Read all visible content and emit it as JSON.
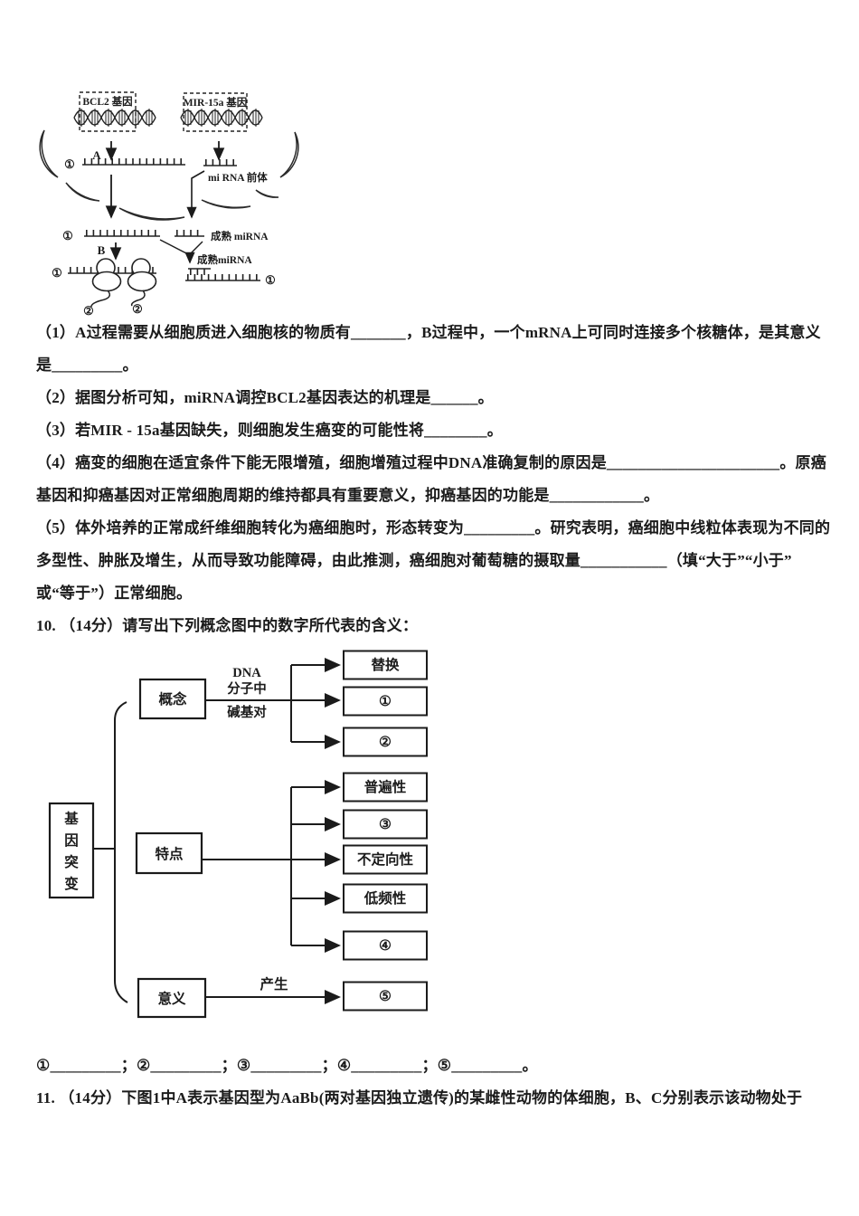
{
  "page": {
    "bg": "#ffffff",
    "ink": "#1b1b1b"
  },
  "figure_gene_regulation": {
    "bcl2_gene_box": "BCL2 基因",
    "mir15a_gene_box": "MIR-15a 基因",
    "process_a_label": "A",
    "process_b_label": "B",
    "mirna_precursor_label": "mi RNA 前体",
    "mature_mirna_label_1": "成熟 miRNA",
    "mature_mirna_label_2": "成熟miRNA",
    "mrna_marker": "①",
    "peptide_marker": "②"
  },
  "question9": {
    "lines": [
      "（1）A过程需要从细胞质进入细胞核的物质有_______，B过程中，一个mRNA上可同时连接多个核糖体，是其意义",
      "是_________。",
      "（2）据图分析可知，miRNA调控BCL2基因表达的机理是______。",
      "（3）若MIR - 15a基因缺失，则细胞发生癌变的可能性将________。",
      "（4）癌变的细胞在适宜条件下能无限增殖，细胞增殖过程中DNA准确复制的原因是______________________。原癌",
      "基因和抑癌基因对正常细胞周期的维持都具有重要意义，抑癌基因的功能是____________。",
      "（5）体外培养的正常成纤维细胞转化为癌细胞时，形态转变为_________。研究表明，癌细胞中线粒体表现为不同的",
      "多型性、肿胀及增生，从而导致功能障碍，由此推测，癌细胞对葡萄糖的摄取量___________（填“大于”“小于”",
      "或“等于”）正常细胞。"
    ]
  },
  "question10": {
    "heading": "10. （14分）请写出下列概念图中的数字所代表的含义：",
    "answer_line": "①_________；②_________；③_________；④_________；⑤_________。",
    "concept_map": {
      "root_chars": [
        "基",
        "因",
        "突",
        "变"
      ],
      "branches": {
        "concept": "概念",
        "features": "特点",
        "significance": "意义"
      },
      "concept_edge_label": [
        "DNA",
        "分子中",
        "碱基对"
      ],
      "significance_edge_label": "产生",
      "concept_items": [
        "替换",
        "①",
        "②"
      ],
      "feature_items": [
        "普遍性",
        "③",
        "不定向性",
        "低频性",
        "④"
      ],
      "significance_items": [
        "⑤"
      ]
    }
  },
  "question11": {
    "heading": "11. （14分）下图1中A表示基因型为AaBb(两对基因独立遗传)的某雌性动物的体细胞，B、C分别表示该动物处于"
  }
}
